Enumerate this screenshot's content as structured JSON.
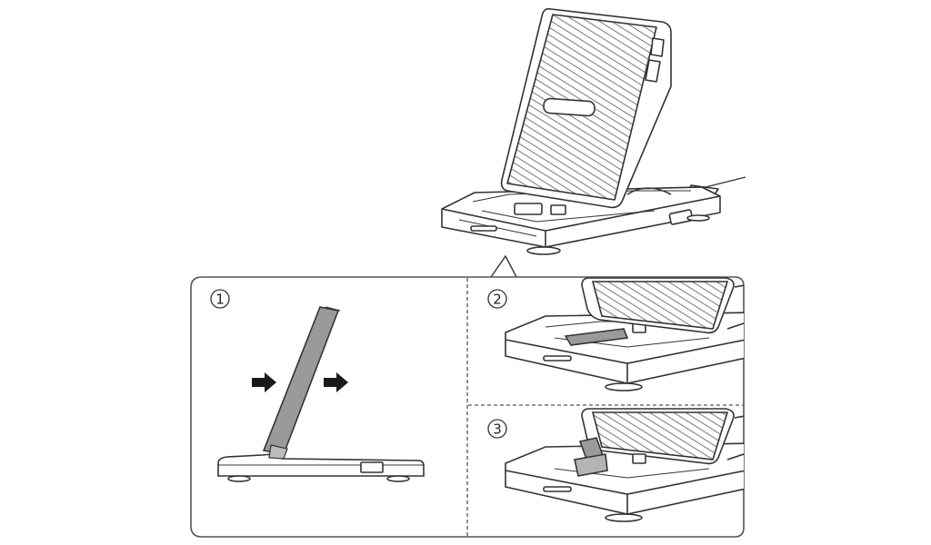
{
  "figure": {
    "steps": [
      {
        "number": "1"
      },
      {
        "number": "2"
      },
      {
        "number": "3"
      }
    ]
  },
  "colors": {
    "line": "#333333",
    "panel_border": "#555555",
    "hatch": "#777777",
    "gray_fill": "#9a9a9a",
    "arrow": "#1a1a1a",
    "background": "#ffffff"
  },
  "icons": [
    "push-right-arrow-icon",
    "push-right-arrow-icon"
  ]
}
